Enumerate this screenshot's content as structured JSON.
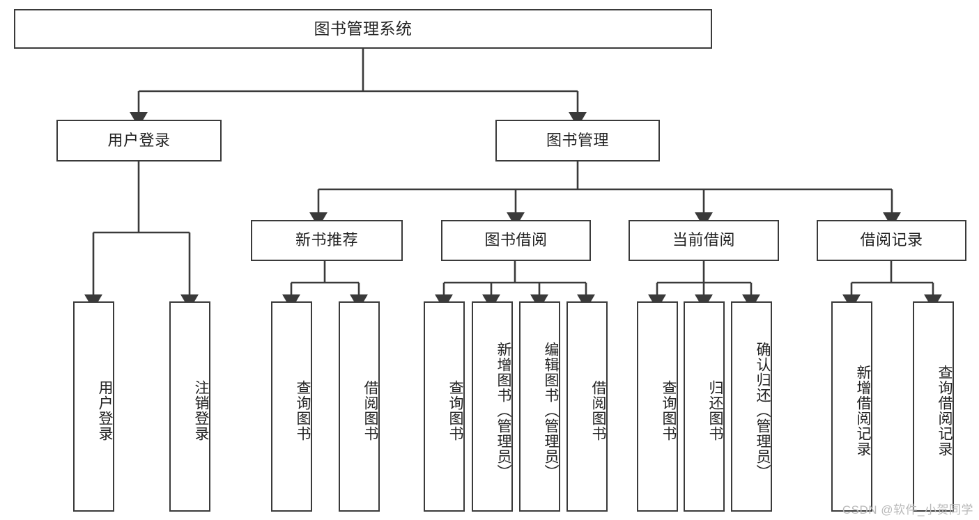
{
  "diagram": {
    "type": "tree",
    "title": "图书管理系统",
    "watermark": "CSDN @软件_小贺同学",
    "colors": {
      "box_border": "#3a3a3a",
      "box_fill": "#ffffff",
      "connector": "#3a3a3a",
      "text": "#222222",
      "watermark": "#b9b9b9",
      "background": "#ffffff"
    },
    "root": {
      "label": "图书管理系统"
    },
    "level2": [
      {
        "label": "用户登录"
      },
      {
        "label": "图书管理"
      }
    ],
    "level3": [
      {
        "label": "新书推荐"
      },
      {
        "label": "图书借阅"
      },
      {
        "label": "当前借阅"
      },
      {
        "label": "借阅记录"
      }
    ],
    "leaves": {
      "用户登录": [
        "用户登录",
        "注销登录"
      ],
      "新书推荐": [
        "查询图书",
        "借阅图书"
      ],
      "图书借阅": [
        "查询图书",
        "新增图书（管理员）",
        "编辑图书（管理员）",
        "借阅图书"
      ],
      "当前借阅": [
        "查询图书",
        "归还图书",
        "确认归还（管理员）"
      ],
      "借阅记录": [
        "新增借阅记录",
        "查询借阅记录"
      ]
    },
    "leaf_list": [
      "用户登录",
      "注销登录",
      "查询图书",
      "借阅图书",
      "查询图书",
      "新增图书（管理员）",
      "编辑图书（管理员）",
      "借阅图书",
      "查询图书",
      "归还图书",
      "确认归还（管理员）",
      "新增借阅记录",
      "查询借阅记录"
    ]
  }
}
